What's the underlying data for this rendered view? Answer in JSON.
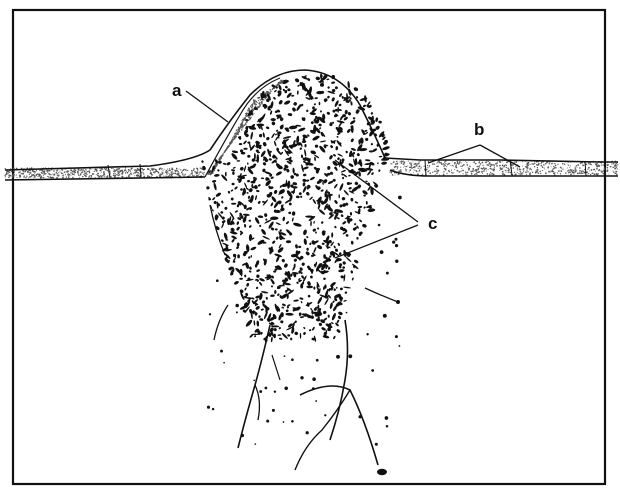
{
  "figure": {
    "labels": {
      "a": "a",
      "b": "b",
      "c": "c"
    }
  },
  "colors": {
    "ink": "#111111",
    "background": "#ffffff",
    "stipple": "#555555"
  }
}
